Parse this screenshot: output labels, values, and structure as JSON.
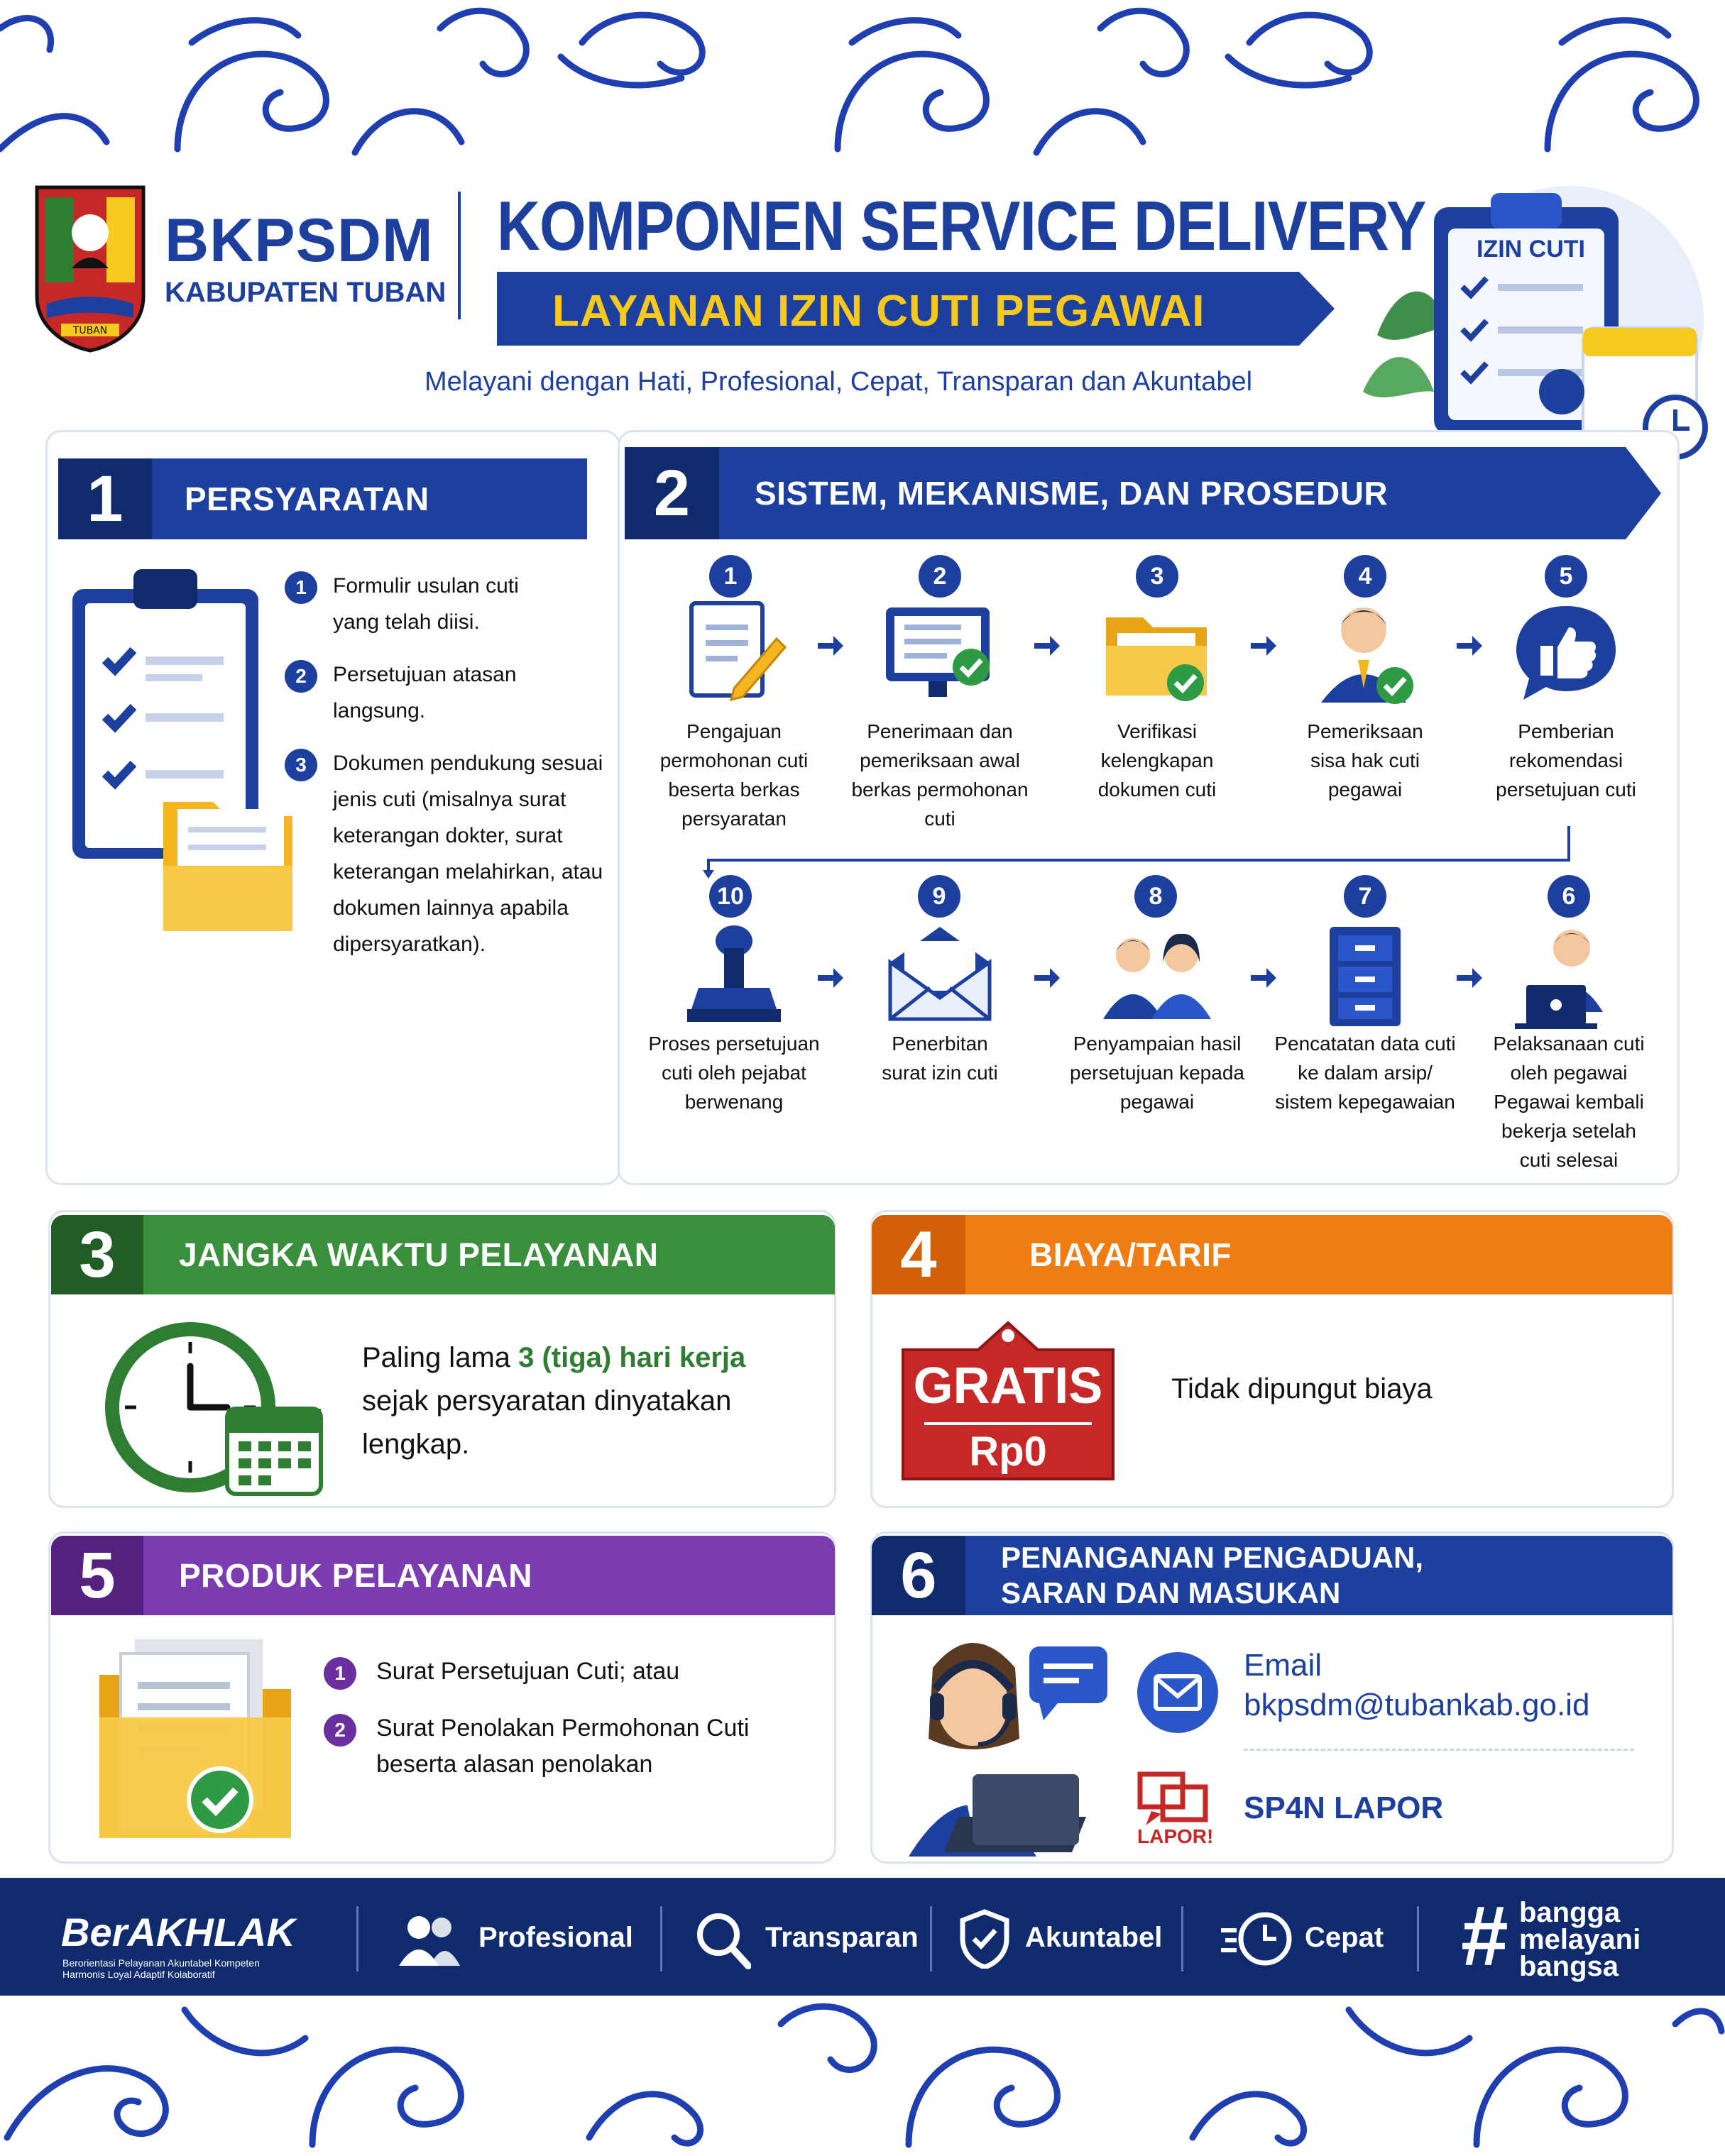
{
  "header": {
    "org_name": "BKPSDM",
    "org_sub": "KABUPATEN TUBAN",
    "logo_caption": "TUBAN",
    "title": "KOMPONEN SERVICE DELIVERY",
    "subtitle": "LAYANAN IZIN CUTI PEGAWAI",
    "tagline": "Melayani dengan Hati, Profesional, Cepat, Transparan dan Akuntabel",
    "clipboard_label": "IZIN CUTI"
  },
  "colors": {
    "navy": "#1d3f9e",
    "dark_navy": "#0f2b6e",
    "green": "#2e7d32",
    "orange": "#ef7d14",
    "purple": "#6b2fa0",
    "red": "#c62828",
    "yellow": "#f7c81e"
  },
  "s1": {
    "num": "1",
    "title": "PERSYARATAN",
    "items": [
      {
        "n": "1",
        "lines": [
          "Formulir usulan cuti",
          "yang telah diisi."
        ]
      },
      {
        "n": "2",
        "lines": [
          "Persetujuan atasan",
          "langsung."
        ]
      },
      {
        "n": "3",
        "lines": [
          "Dokumen pendukung sesuai",
          "jenis cuti (misalnya surat",
          "keterangan dokter, surat",
          "keterangan melahirkan, atau",
          "dokumen lainnya apabila",
          "dipersyaratkan)."
        ]
      }
    ]
  },
  "s2": {
    "num": "2",
    "title": "SISTEM, MEKANISME, DAN PROSEDUR",
    "steps": [
      {
        "n": "1",
        "icon": "document-pen-icon",
        "lines": [
          "Pengajuan",
          "permohonan cuti",
          "beserta berkas",
          "persyaratan"
        ]
      },
      {
        "n": "2",
        "icon": "monitor-checklist-icon",
        "lines": [
          "Penerimaan dan",
          "pemeriksaan awal",
          "berkas permohonan",
          "cuti"
        ]
      },
      {
        "n": "3",
        "icon": "folder-check-icon",
        "lines": [
          "Verifikasi",
          "kelengkapan",
          "dokumen cuti"
        ]
      },
      {
        "n": "4",
        "icon": "employee-check-icon",
        "lines": [
          "Pemeriksaan",
          "sisa hak cuti",
          "pegawai"
        ]
      },
      {
        "n": "5",
        "icon": "thumbs-up-icon",
        "lines": [
          "Pemberian",
          "rekomendasi",
          "persetujuan cuti"
        ]
      },
      {
        "n": "6",
        "icon": "employee-laptop-icon",
        "lines": [
          "Pelaksanaan cuti",
          "oleh pegawai",
          "Pegawai kembali",
          "bekerja setelah",
          "cuti selesai"
        ]
      },
      {
        "n": "7",
        "icon": "filing-cabinet-icon",
        "lines": [
          "Pencatatan data cuti",
          "ke dalam arsip/",
          "sistem kepegawaian"
        ]
      },
      {
        "n": "8",
        "icon": "two-people-icon",
        "lines": [
          "Penyampaian hasil",
          "persetujuan kepada",
          "pegawai"
        ]
      },
      {
        "n": "9",
        "icon": "envelope-icon",
        "lines": [
          "Penerbitan",
          "surat izin cuti"
        ]
      },
      {
        "n": "10",
        "icon": "stamp-icon",
        "lines": [
          "Proses persetujuan",
          "cuti oleh pejabat",
          "berwenang"
        ]
      }
    ]
  },
  "s3": {
    "num": "3",
    "title": "JANGKA WAKTU PELAYANAN",
    "pre": "Paling lama ",
    "highlight": "3 (tiga) hari kerja",
    "line2": "sejak persyaratan dinyatakan",
    "line3": "lengkap."
  },
  "s4": {
    "num": "4",
    "title": "BIAYA/TARIF",
    "tag1": "GRATIS",
    "tag2": "Rp0",
    "desc": "Tidak dipungut biaya"
  },
  "s5": {
    "num": "5",
    "title": "PRODUK PELAYANAN",
    "items": [
      {
        "n": "1",
        "lines": [
          "Surat Persetujuan Cuti; atau"
        ]
      },
      {
        "n": "2",
        "lines": [
          "Surat Penolakan Permohonan Cuti",
          "beserta alasan penolakan"
        ]
      }
    ]
  },
  "s6": {
    "num": "6",
    "title1": "PENANGANAN PENGADUAN,",
    "title2": "SARAN DAN MASUKAN",
    "email_label": "Email",
    "email": "bkpsdm@tubankab.go.id",
    "lapor_logo": "LAPOR!",
    "lapor": "SP4N LAPOR"
  },
  "footer": {
    "brand": "BerAKHLAK",
    "brand_sub1": "Berorientasi Pelayanan Akuntabel Kompeten",
    "brand_sub2": "Harmonis Loyal Adaptif Kolaboratif",
    "values": [
      "Profesional",
      "Transparan",
      "Akuntabel",
      "Cepat"
    ],
    "hashtag": [
      "bangga",
      "melayani",
      "bangsa"
    ]
  }
}
